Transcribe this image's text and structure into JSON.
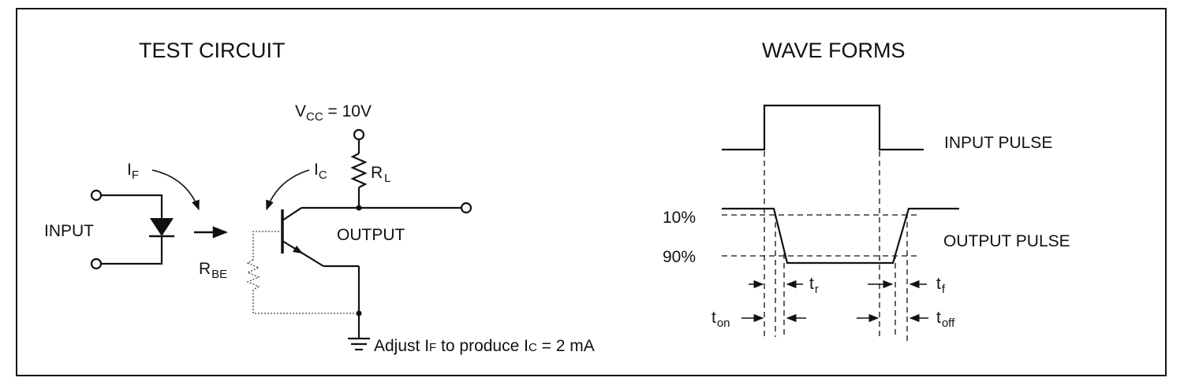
{
  "circuit": {
    "title": "TEST CIRCUIT",
    "vcc": {
      "symbol": "V",
      "sub": "CC",
      "value": " = 10V"
    },
    "rl": {
      "symbol": "R",
      "sub": "L"
    },
    "ic": {
      "symbol": "I",
      "sub": "C"
    },
    "if": {
      "symbol": "I",
      "sub": "F"
    },
    "rbe": {
      "symbol": "R",
      "sub": "BE"
    },
    "input_label": "INPUT",
    "output_label": "OUTPUT",
    "note": {
      "pre": "Adjust ",
      "if_symbol": "I",
      "if_sub": "F",
      "mid": " to produce ",
      "ic_symbol": "I",
      "ic_sub": "C",
      "post": " = 2 mA"
    }
  },
  "waveforms": {
    "title": "WAVE FORMS",
    "input_pulse_label": "INPUT PULSE",
    "output_pulse_label": "OUTPUT PULSE",
    "level_10": "10%",
    "level_90": "90%",
    "tr": {
      "symbol": "t",
      "sub": "r"
    },
    "tf": {
      "symbol": "t",
      "sub": "f"
    },
    "ton": {
      "symbol": "t",
      "sub": "on"
    },
    "toff": {
      "symbol": "t",
      "sub": "off"
    }
  }
}
